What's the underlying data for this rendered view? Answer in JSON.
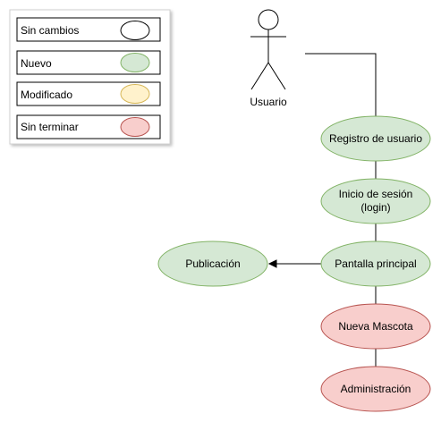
{
  "legend": {
    "items": [
      {
        "label": "Sin cambios",
        "fill": "#ffffff",
        "stroke": "#000000"
      },
      {
        "label": "Nuevo",
        "fill": "#d5e8d4",
        "stroke": "#82b366"
      },
      {
        "label": "Modificado",
        "fill": "#fff2cc",
        "stroke": "#d6b656"
      },
      {
        "label": "Sin terminar",
        "fill": "#f8cecc",
        "stroke": "#b85450"
      }
    ]
  },
  "actor": {
    "label": "Usuario"
  },
  "nodes": {
    "registro": {
      "label": "Registro de usuario"
    },
    "inicio": {
      "line1": "Inicio de sesión",
      "line2": "(login)"
    },
    "pantalla": {
      "label": "Pantalla principal"
    },
    "publicacion": {
      "label": "Publicación"
    },
    "mascota": {
      "label": "Nueva Mascota"
    },
    "admin": {
      "label": "Administración"
    }
  },
  "colors": {
    "green_fill": "#d5e8d4",
    "green_stroke": "#82b366",
    "red_fill": "#f8cecc",
    "red_stroke": "#b85450",
    "line": "#000000"
  }
}
